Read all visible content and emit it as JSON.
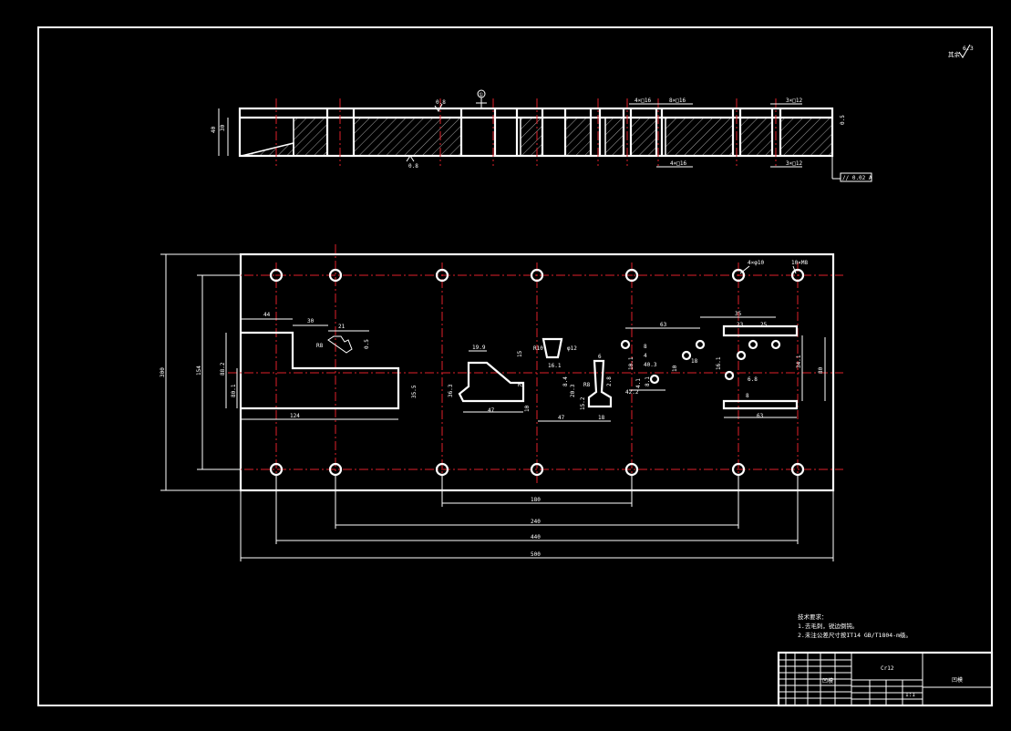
{
  "roughness": {
    "symbol_text": "其余",
    "value": "6.3"
  },
  "section_view": {
    "top_labels": [
      "0.8",
      "①",
      "4×□16",
      "8×□16",
      "3×□12"
    ],
    "bottom_labels": [
      "0.8",
      "4×□16",
      "3×□12"
    ],
    "side_dims": [
      "40",
      "30",
      "0.5"
    ],
    "tolerance_frame": "// 0.02 A"
  },
  "plan_view": {
    "hole_callouts": [
      "4×φ10",
      "10×M8"
    ],
    "dims_left": [
      "44",
      "30",
      "21",
      "R8",
      "0.5",
      "88.2",
      "154",
      "300",
      "80.1",
      "124",
      "35.5"
    ],
    "dims_mid": [
      "19.9",
      "15",
      "36.3",
      "R5",
      "47",
      "10",
      "R10",
      "φ12",
      "16.1",
      "20.3",
      "8.4",
      "2.8",
      "15.2",
      "47",
      "18",
      "R8",
      "6"
    ],
    "dims_right": [
      "63",
      "4",
      "8",
      "35",
      "10.1",
      "40.3",
      "42.2",
      "4.1",
      "8.1",
      "23",
      "10",
      "25",
      "18",
      "16.1",
      "6.8",
      "8",
      "34.1",
      "63",
      "80"
    ],
    "dims_bottom": [
      "180",
      "240",
      "440",
      "500"
    ]
  },
  "tech_requirements": {
    "title": "技术要求：",
    "items": [
      "1.去毛刺，锐边倒钝。",
      "2.未注公差尺寸按IT14 GB/T1804-m级。"
    ]
  },
  "title_block": {
    "material": "Cr12",
    "part_name": "凹模",
    "small_a": "凹模",
    "ratio": "1:1"
  }
}
